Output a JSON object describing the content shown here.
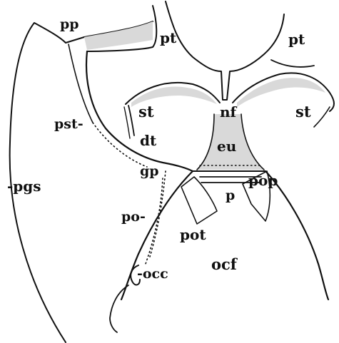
{
  "figure": {
    "labels": {
      "pp": "pp",
      "pt_left": "pt",
      "pt_right": "pt",
      "pst": "pst-",
      "st_left": "st",
      "nf": "nf",
      "st_right": "st",
      "dt": "dt",
      "eu": "eu",
      "pgs": "-pgs",
      "gp": "gp",
      "pop": "pop",
      "p": "p",
      "po": "po-",
      "pot": "pot",
      "ocf": "ocf",
      "occ": "-occ"
    }
  }
}
